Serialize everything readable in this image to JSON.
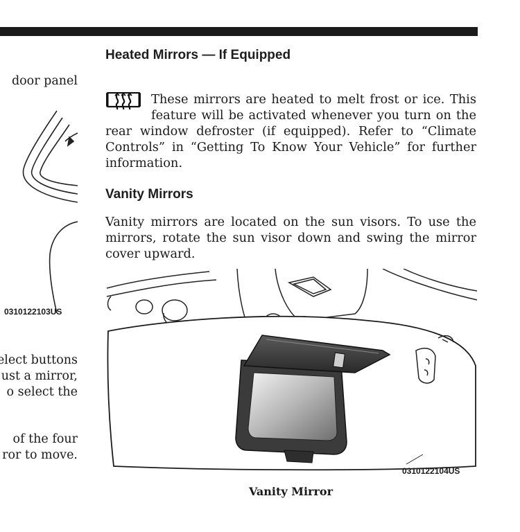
{
  "left_column": {
    "lines": [
      "door panel",
      "elect buttons",
      "ust a mirror,",
      "o select the",
      "of the four",
      "ror to move."
    ],
    "figure_code": "0310122103US"
  },
  "heated_mirrors": {
    "heading": "Heated Mirrors — If Equipped",
    "line1": "These mirrors are heated to melt frost or ice. This",
    "line2": "feature will be activated whenever you turn on the",
    "rest": "rear window defroster (if equipped). Refer to “Climate Controls” in “Getting To Know Your Vehicle” for further information.",
    "icon": "rear-defrost-icon"
  },
  "vanity_mirrors": {
    "heading": "Vanity Mirrors",
    "body": "Vanity mirrors are located on the sun visors. To use the mirrors, rotate the sun visor down and swing the mirror cover upward.",
    "figure_code": "0310122104US",
    "caption": "Vanity Mirror"
  }
}
